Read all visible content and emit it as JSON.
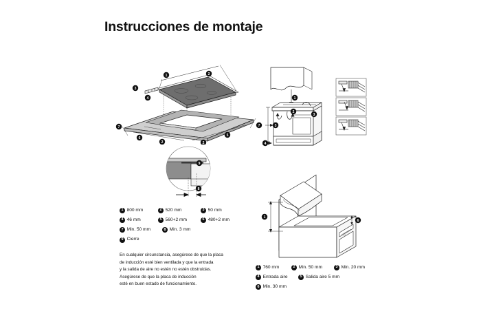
{
  "document": {
    "title": "Instrucciones de montaje"
  },
  "legend_left": {
    "rows": [
      [
        {
          "num": "1",
          "label": "800 mm"
        },
        {
          "num": "2",
          "label": "520 mm"
        },
        {
          "num": "3",
          "label": "50 mm"
        }
      ],
      [
        {
          "num": "4",
          "label": "46 mm"
        },
        {
          "num": "5",
          "label": "560+2 mm"
        },
        {
          "num": "6",
          "label": "480+2 mm"
        }
      ],
      [
        {
          "num": "7",
          "label": "Min. 50 mm"
        },
        {
          "num": "8",
          "label": "Min. 3 mm"
        }
      ],
      [
        {
          "num": "9",
          "label": "Cierre"
        }
      ]
    ]
  },
  "note": {
    "lines": [
      "En cualquier circunstancia, asegúrese de que la placa",
      "de inducción esté bien ventilada y que la entrada",
      "y la salida de aire no estén no estén obstruidas.",
      "Asegúrese de que la placa de inducción",
      "esté en buen estado de funcionamiento."
    ]
  },
  "legend_right": {
    "rows": [
      [
        {
          "num": "1",
          "label": "760 mm"
        },
        {
          "num": "2",
          "label": "Min. 50 mm"
        },
        {
          "num": "3",
          "label": "Min. 20 mm"
        }
      ],
      [
        {
          "num": "4",
          "label": "Entrada aire"
        },
        {
          "num": "5",
          "label": "Salida aire 5 mm"
        }
      ],
      [
        {
          "num": "6",
          "label": "Min. 30 mm"
        }
      ]
    ]
  },
  "diagrams": {
    "exploded_hob": {
      "name": "Exploded induction hob and worktop cutout",
      "markers": [
        "1",
        "2",
        "3",
        "4",
        "5",
        "6",
        "7",
        "2",
        "6",
        "7",
        "7",
        "2"
      ]
    },
    "detail_circle": {
      "name": "Edge seal detail close-up",
      "markers": [
        "9",
        "8"
      ]
    },
    "oven_section": {
      "name": "Hob over oven side section with air flow",
      "markers": [
        "1",
        "2",
        "3",
        "3",
        "4"
      ]
    },
    "screw_details": {
      "name": "Fastening clip details",
      "count": 3
    },
    "hood_clearance": {
      "name": "Hob with extractor hood clearance",
      "markers": [
        "1",
        "6"
      ]
    }
  },
  "colors": {
    "ink": "#1a1a1a",
    "line": "#222222",
    "glass_top": "#6e6e6e",
    "panel_light": "#d6d6d6",
    "panel_mid": "#b8b8b8",
    "panel_dark": "#8f8f8f",
    "background": "#ffffff"
  }
}
